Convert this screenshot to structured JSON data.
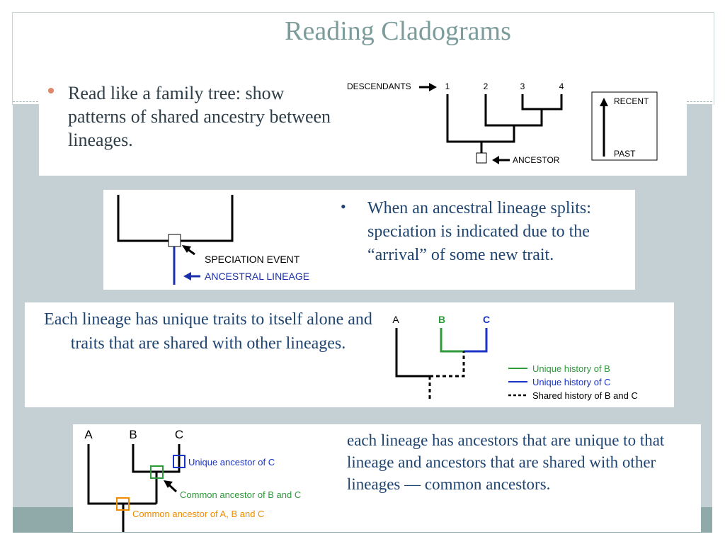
{
  "slide": {
    "title": "Reading Cladograms",
    "bullet1": "Read like a family tree: show patterns of shared ancestry between lineages.",
    "bullet2": "When an ancestral lineage splits: speciation is indicated due to the “arrival” of some new trait.",
    "text3": "Each lineage has unique traits to itself alone and traits that are shared with other lineages.",
    "text4": "each lineage has ancestors that are unique to that lineage and ancestors that are shared with other lineages — common ancestors."
  },
  "diagram1": {
    "descendants_label": "DESCENDANTS",
    "tips": [
      "1",
      "2",
      "3",
      "4"
    ],
    "ancestor_label": "ANCESTOR",
    "time_recent": "RECENT",
    "time_past": "PAST"
  },
  "diagram2": {
    "speciation_label": "SPECIATION EVENT",
    "lineage_label": "ANCESTRAL LINEAGE",
    "lineage_color": "#1a2faa"
  },
  "diagram3": {
    "tips": [
      "A",
      "B",
      "C"
    ],
    "legend": [
      "Unique history of B",
      "Unique history of C",
      "Shared history of B and C"
    ],
    "colors": {
      "b": "#2e9a3a",
      "c": "#1a34c8",
      "shared": "#000000"
    }
  },
  "diagram4": {
    "tips": [
      "A",
      "B",
      "C"
    ],
    "label_c": "Unique ancestor of C",
    "label_bc": "Common ancestor of B and C",
    "label_abc": "Common ancestor of A, B and C",
    "colors": {
      "c": "#1a34c8",
      "bc": "#2e9a3a",
      "abc": "#f08a00"
    }
  },
  "theme": {
    "title_color": "#7b9c9a",
    "bullet_dot": "#e0866a",
    "text_color": "#1f4470",
    "band": "#c5d0d4",
    "strip": "#8faaa9"
  }
}
